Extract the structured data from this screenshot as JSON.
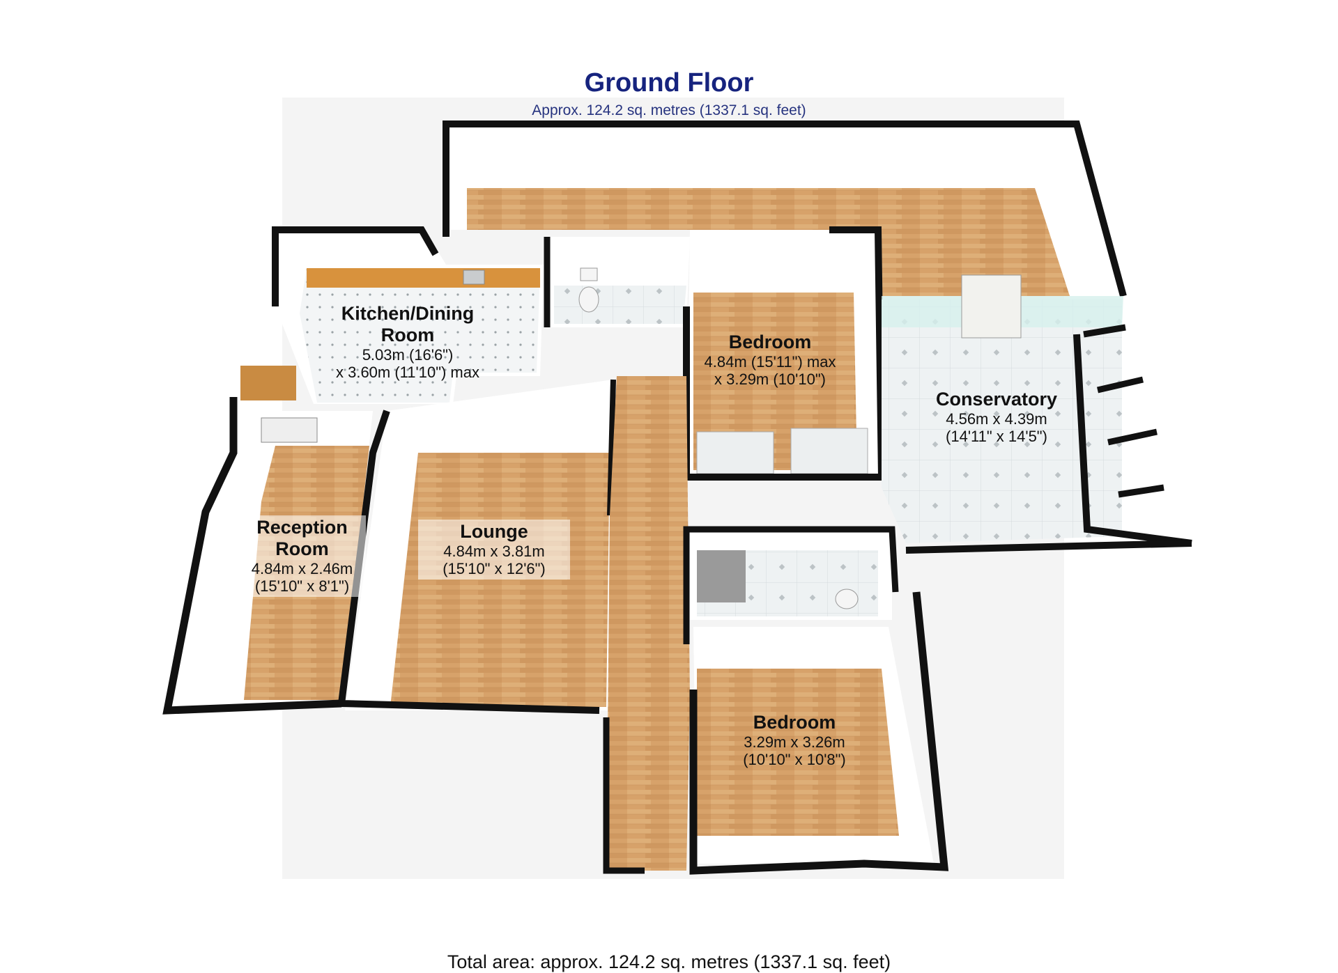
{
  "header": {
    "title": "Ground Floor",
    "subtitle": "Approx. 124.2 sq. metres (1337.1 sq. feet)"
  },
  "footer": {
    "total_area": "Total area: approx. 124.2 sq. metres (1337.1 sq. feet)"
  },
  "rooms": {
    "kitchen": {
      "name_line1": "Kitchen/Dining",
      "name_line2": "Room",
      "dim_line1": "5.03m (16'6\")",
      "dim_line2": "x 3.60m (11'10\") max"
    },
    "bedroom1": {
      "name": "Bedroom",
      "dim_line1": "4.84m (15'11\") max",
      "dim_line2": "x 3.29m (10'10\")"
    },
    "conservatory": {
      "name": "Conservatory",
      "dim_line1": "4.56m x 4.39m",
      "dim_line2": "(14'11\" x 14'5\")"
    },
    "reception": {
      "name_line1": "Reception",
      "name_line2": "Room",
      "dim_line1": "4.84m x 2.46m",
      "dim_line2": "(15'10\" x 8'1\")"
    },
    "lounge": {
      "name": "Lounge",
      "dim_line1": "4.84m x 3.81m",
      "dim_line2": "(15'10\" x 12'6\")"
    },
    "bedroom2": {
      "name": "Bedroom",
      "dim_line1": "3.29m x 3.26m",
      "dim_line2": "(10'10\" x 10'8\")"
    }
  },
  "colors": {
    "title": "#16237e",
    "wood_floor": "#d9a56b",
    "tile_floor": "#e9eff0",
    "wall": "#111111",
    "glass": "#bfe8e4"
  }
}
